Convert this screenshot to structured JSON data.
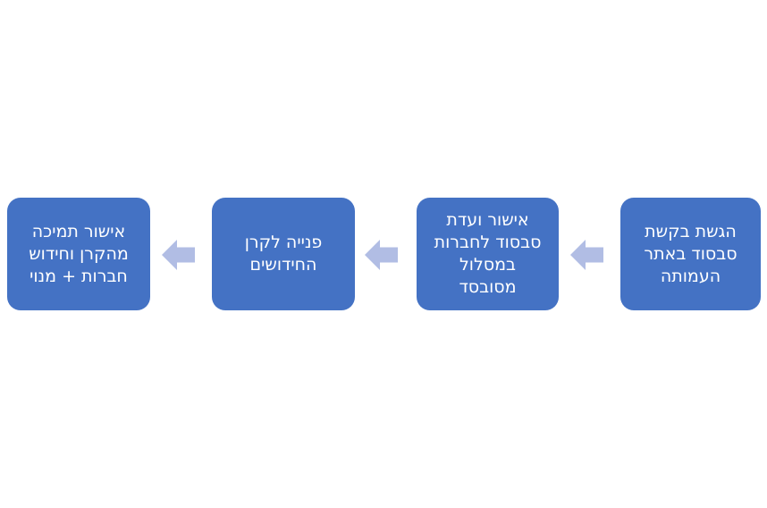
{
  "diagram": {
    "type": "process-flow",
    "direction": "rtl",
    "background_color": "#FFFFFF",
    "box_fill_color": "#4472C4",
    "box_text_color": "#FFFFFF",
    "arrow_fill_color": "#B1BDE4",
    "arrow_icon": "left-block-arrow",
    "steps": [
      {
        "order": 1,
        "label": "הגשת בקשת\nסבסוד באתר\nהעמותה"
      },
      {
        "order": 2,
        "label": "אישור ועדת\nסבסוד לחברות\nבמסלול\nמסובסד"
      },
      {
        "order": 3,
        "label": "פנייה לקרן\nהחידושים"
      },
      {
        "order": 4,
        "label": "אישור תמיכה\nמהקרן וחידוש\nחברות + מנוי"
      }
    ]
  }
}
